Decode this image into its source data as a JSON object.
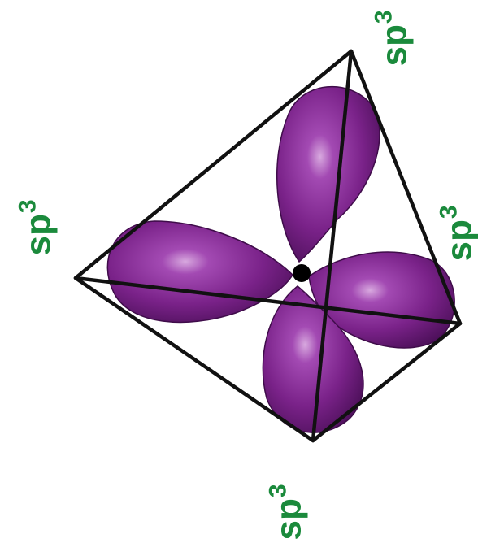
{
  "colors": {
    "lobe_dark": "#5a1768",
    "lobe_main": "#8a2b99",
    "lobe_light": "#c586cf",
    "edge": "#111111",
    "nucleus": "#000000",
    "label": "#1b8a3c"
  },
  "labels": {
    "top_right": {
      "text": "sp",
      "sup": "3"
    },
    "left": {
      "text": "sp",
      "sup": "3"
    },
    "right": {
      "text": "sp",
      "sup": "3"
    },
    "bottom": {
      "text": "sp",
      "sup": "3"
    }
  }
}
